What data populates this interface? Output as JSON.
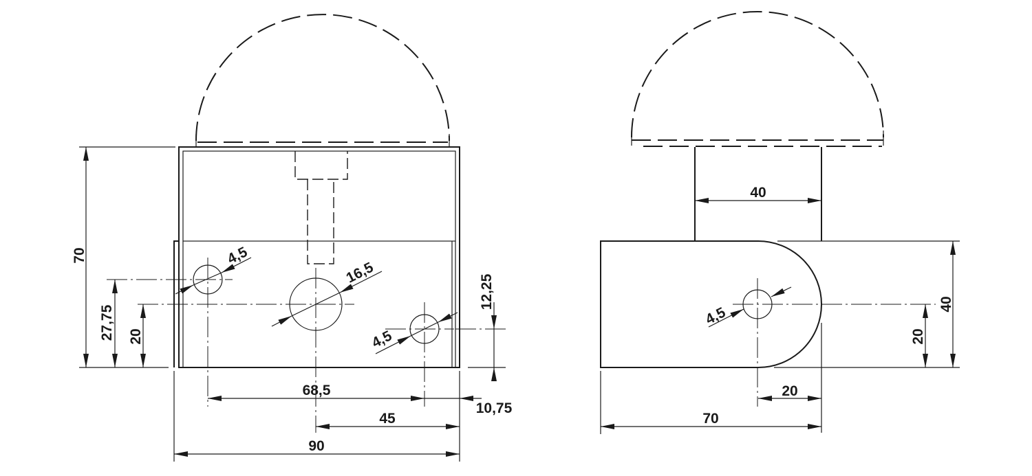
{
  "front_view": {
    "dims": {
      "height_total": "70",
      "hole_height_1": "27,75",
      "hole_height_2": "20",
      "hole_height_3": "12,25",
      "hole_spacing": "68,5",
      "center_offset": "45",
      "width_total": "90",
      "edge_offset": "10,75",
      "hole_dia_left": "4,5",
      "hole_dia_center": "16,5",
      "hole_dia_right": "4,5"
    }
  },
  "side_view": {
    "dims": {
      "stem_width": "40",
      "body_height": "40",
      "hole_height": "20",
      "radius_offset": "20",
      "depth_total": "70",
      "hole_dia": "4,5"
    }
  }
}
